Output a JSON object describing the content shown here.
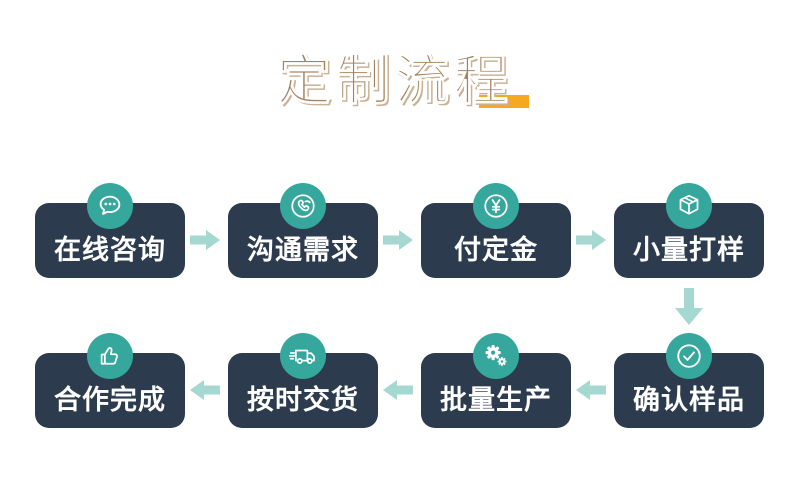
{
  "title": {
    "text": "定制流程"
  },
  "colors": {
    "background": "#ffffff",
    "box": "#2c3b4d",
    "circle": "#36a79c",
    "arrow": "#a5d8d1",
    "title_text": "#a5835f",
    "title_underline": "#f7a823",
    "step_text": "#ffffff"
  },
  "steps": [
    {
      "label": "在线咨询",
      "icon": "chat-bubble-icon"
    },
    {
      "label": "沟通需求",
      "icon": "phone-icon"
    },
    {
      "label": "付定金",
      "icon": "yuan-coin-icon"
    },
    {
      "label": "小量打样",
      "icon": "cube-icon"
    },
    {
      "label": "确认样品",
      "icon": "check-circle-icon"
    },
    {
      "label": "批量生产",
      "icon": "gears-icon"
    },
    {
      "label": "按时交货",
      "icon": "delivery-truck-icon"
    },
    {
      "label": "合作完成",
      "icon": "thumbs-up-icon"
    }
  ]
}
